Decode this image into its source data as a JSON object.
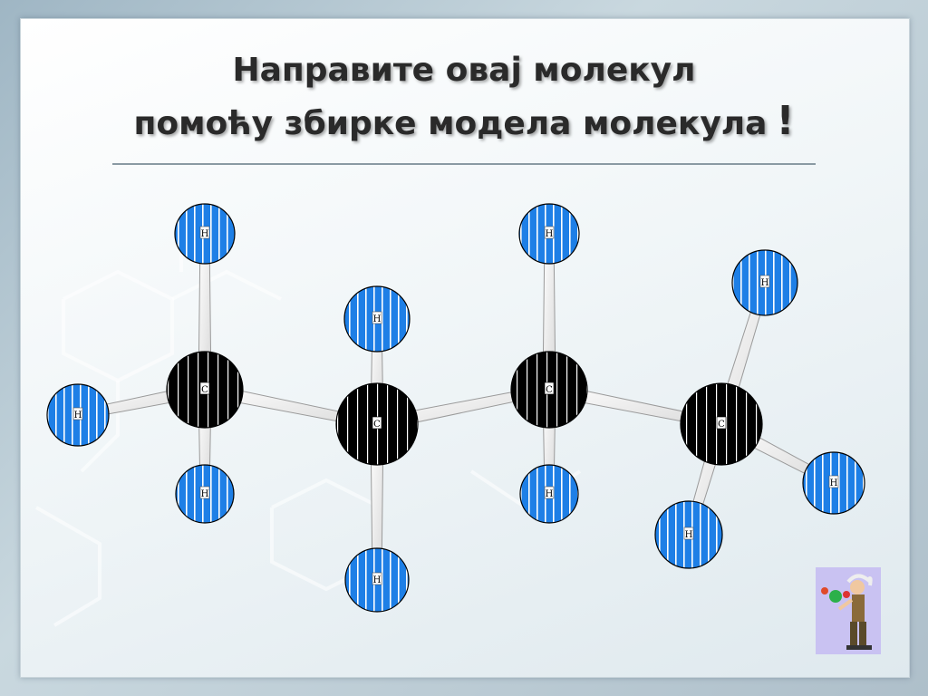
{
  "slide": {
    "title_line1": "Направите овај молекул",
    "title_line2": "помоћу збирке модела молекула",
    "title_exclaim": "!"
  },
  "molecule": {
    "atoms": [
      {
        "id": "c1",
        "element": "C",
        "label": "C"
      },
      {
        "id": "c2",
        "element": "C",
        "label": "C"
      },
      {
        "id": "c3",
        "element": "C",
        "label": "C"
      },
      {
        "id": "c4",
        "element": "C",
        "label": "C"
      },
      {
        "id": "h1",
        "element": "H",
        "label": "H"
      },
      {
        "id": "h2",
        "element": "H",
        "label": "H"
      },
      {
        "id": "h3",
        "element": "H",
        "label": "H"
      },
      {
        "id": "h4",
        "element": "H",
        "label": "H"
      },
      {
        "id": "h5",
        "element": "H",
        "label": "H"
      },
      {
        "id": "h6",
        "element": "H",
        "label": "H"
      },
      {
        "id": "h7",
        "element": "H",
        "label": "H"
      },
      {
        "id": "h8",
        "element": "H",
        "label": "H"
      },
      {
        "id": "h9",
        "element": "H",
        "label": "H"
      },
      {
        "id": "h10",
        "element": "H",
        "label": "H"
      }
    ],
    "bonds": [
      [
        "c1",
        "c2"
      ],
      [
        "c2",
        "c3"
      ],
      [
        "c3",
        "c4"
      ],
      [
        "c1",
        "h1"
      ],
      [
        "c1",
        "h2"
      ],
      [
        "c1",
        "h3"
      ],
      [
        "c2",
        "h4"
      ],
      [
        "c2",
        "h5"
      ],
      [
        "c3",
        "h6"
      ],
      [
        "c3",
        "h7"
      ],
      [
        "c4",
        "h8"
      ],
      [
        "c4",
        "h9"
      ],
      [
        "c4",
        "h10"
      ]
    ],
    "colors": {
      "carbon": "#000000",
      "hydrogen": "#1e7fe6",
      "bond": "#ffffff",
      "stripe": "#ffffff"
    }
  },
  "clipart": {
    "icon": "scientist-juggling-icon"
  }
}
